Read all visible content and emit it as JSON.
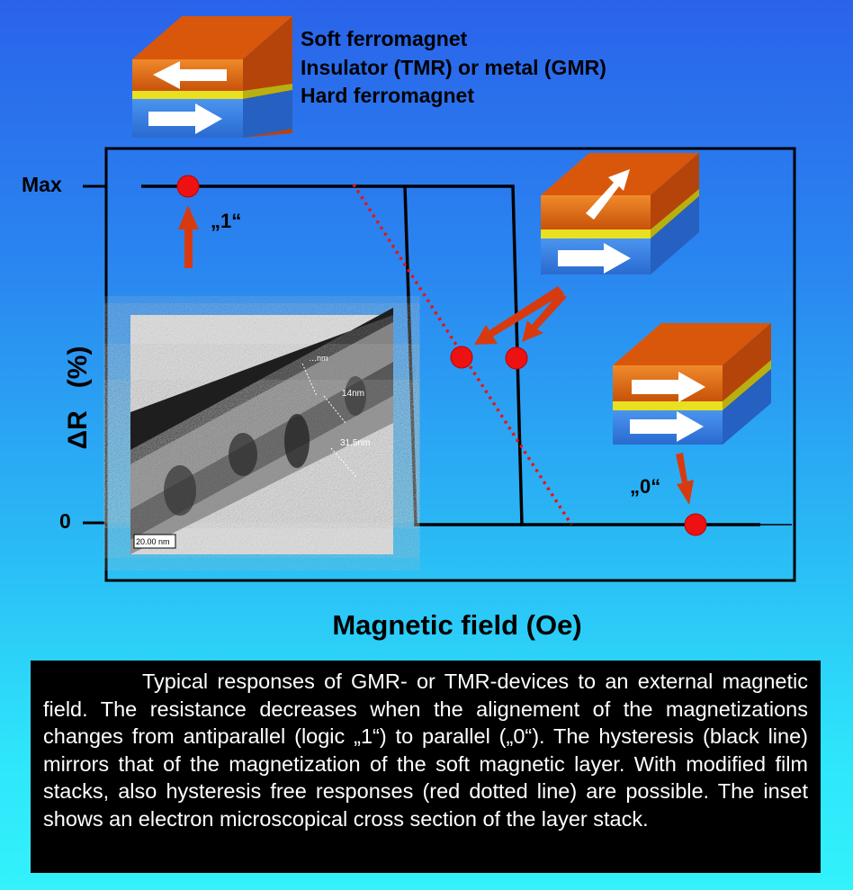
{
  "legend": {
    "soft": "Soft ferromagnet",
    "insulator": "Insulator (TMR) or metal (GMR)",
    "hard": "Hard ferromagnet"
  },
  "chart": {
    "ylabel": "ΔR   (%)",
    "xlabel": "Magnetic field  (Oe)",
    "ytick_max": "Max",
    "ytick_zero": "0",
    "label_one": "„1“",
    "label_zero": "„0“"
  },
  "inset": {
    "scale_bar": "20.00 nm",
    "layer_label_top": "…nm",
    "layer_label_mid": "14nm",
    "layer_label_bottom": "31.5nm"
  },
  "caption": "Typical responses of GMR- or TMR-devices to an external magnetic field. The resistance decreases when the alignement of the magnetizations changes from antiparallel (logic „1“) to parallel („0“). The hysteresis (black line) mirrors that of the magnetization of the soft magnetic layer. With modified film stacks, also hysteresis free responses (red dotted line) are possible.  The inset shows an electron microscopical cross section of the layer stack.",
  "colors": {
    "soft_layer": "#e0640a",
    "insulator_layer": "#e8e020",
    "hard_layer": "#3a7fe0",
    "marker": "#ee1111",
    "arrow": "#d83a10",
    "hysteresis": "#000000",
    "dotted": "#ee1111"
  }
}
